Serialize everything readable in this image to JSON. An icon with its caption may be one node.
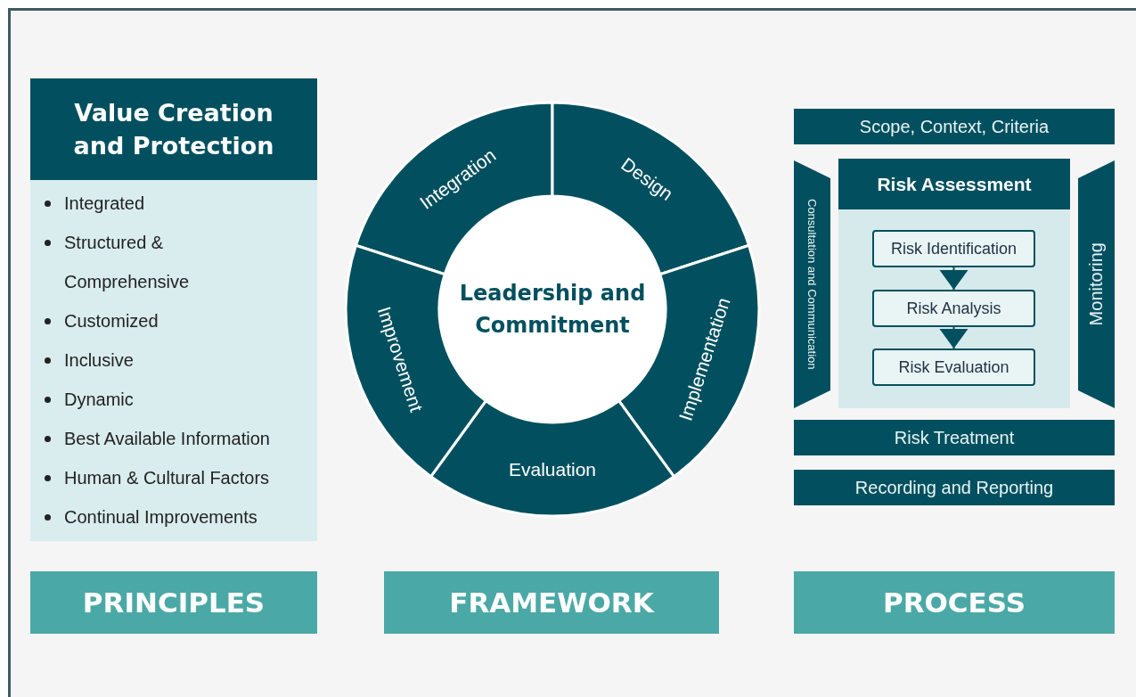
{
  "diagram": {
    "nodes": [
      {
        "text": [
          "Value Creation and Protection",
          "Integrated",
          "Structured & Comprehensive",
          "Customized",
          "Inclusive",
          "Dynamic",
          "Best Available Information",
          "Human & Cultural Factors",
          "Continual Improvements"
        ]
      },
      {
        "text": [
          "Leadership and Commitment"
        ]
      },
      {
        "text": [
          "Integration"
        ]
      },
      {
        "text": [
          "Design"
        ]
      },
      {
        "text": [
          "Implementation"
        ]
      },
      {
        "text": [
          "Evaluation"
        ]
      },
      {
        "text": [
          "Improvement"
        ]
      },
      {
        "text": [
          "Scope, Context, Criteria"
        ]
      },
      {
        "text": [
          "Consultation and Communication"
        ]
      },
      {
        "text": [
          "Risk Assessment"
        ]
      },
      {
        "text": [
          "Risk Identification"
        ],
        "in": 9
      },
      {
        "text": [
          "Risk Analysis"
        ],
        "in": 9
      },
      {
        "text": [
          "Risk Evaluation"
        ],
        "in": 9
      },
      {
        "text": [
          "Monitoring"
        ]
      },
      {
        "text": [
          "Risk Treatment"
        ]
      },
      {
        "text": [
          "Recording and Reporting"
        ]
      },
      {
        "text": [
          "PRINCIPLES"
        ]
      },
      {
        "text": [
          "FRAMEWORK"
        ]
      },
      {
        "text": [
          "PROCESS"
        ]
      }
    ],
    "edges": [
      {
        "from": 10,
        "to": 11,
        "arrow": "to"
      },
      {
        "from": 11,
        "to": 12,
        "arrow": "to"
      }
    ]
  }
}
